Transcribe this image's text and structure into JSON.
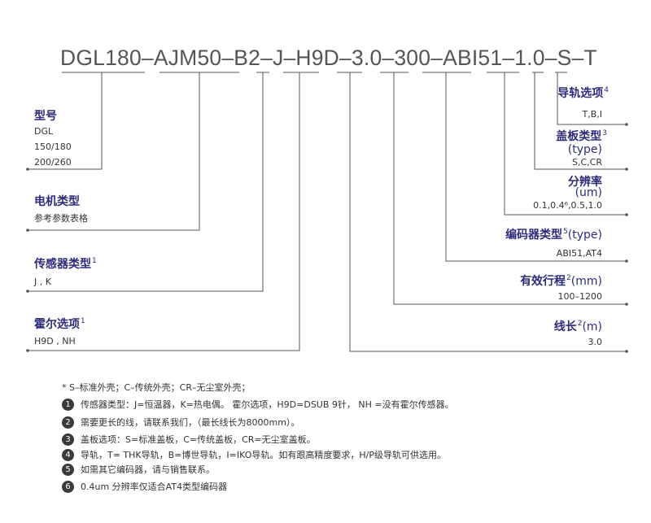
{
  "model_code": "DGL180–AJM50–B2–J–H9D–3.0–300–ABI51–1.0–S–T",
  "left_groups": [
    {
      "title": "型号",
      "sup": "",
      "lines": [
        "DGL",
        "150/180",
        "200/260"
      ]
    },
    {
      "title": "电机类型",
      "sup": "",
      "lines": [
        "参考参数表格"
      ]
    },
    {
      "title": "传感器类型",
      "sup": "1",
      "lines": [
        "J , K"
      ]
    },
    {
      "title": "霍尔选项",
      "sup": "1",
      "lines": [
        "H9D , NH"
      ]
    }
  ],
  "right_groups": [
    {
      "title": "导轨选项",
      "sup": "4",
      "lines": [
        "T,B,I"
      ]
    },
    {
      "title": "盖板类型",
      "sup": "3",
      "title2": "(type)",
      "lines": [
        "S,C,CR"
      ]
    },
    {
      "title": "分辨率",
      "title2": "(um)",
      "lines": [
        "0.1,0.4⁶,0.5,1.0"
      ]
    },
    {
      "title": "编码器类型",
      "sup": "5",
      "title_suffix": "(type)",
      "lines": [
        "ABI51,AT4"
      ]
    },
    {
      "title": "有效行程",
      "sup": "2",
      "title_suffix": "(mm)",
      "lines": [
        "100–1200"
      ]
    },
    {
      "title": "线长",
      "sup": "2",
      "title_suffix": "(m)",
      "lines": [
        "3.0"
      ]
    }
  ],
  "notes": [
    {
      "marker": "",
      "text": "* S–标准外壳；C–传统外壳；CR–无尘室外壳；"
    },
    {
      "marker": "1",
      "text": "传感器类型：J=恒温器，K=热电偶。 霍尔选项，H9D=DSUB 9针， NH =没有霍尔传感器。"
    },
    {
      "marker": "2",
      "text": "需要更长的线，请联系我们，（最长线长为8000mm）。"
    },
    {
      "marker": "3",
      "text": "盖板选项：S=标准盖板，C=传统盖板，CR=无尘室盖板。"
    },
    {
      "marker": "4",
      "text": "导轨，T= THK导轨，B=博世导轨，I=IKO导轨。如有跟高精度要求，H/P级导轨可供选用。"
    },
    {
      "marker": "5",
      "text": "如需其它编码器，请与销售联系。"
    },
    {
      "marker": "6",
      "text": "0.4um 分辨率仅适合AT4类型编码器"
    }
  ],
  "colors": {
    "line": "#555555",
    "title": "#2c2c7a",
    "text": "#333333",
    "marker_bg": "#3a3a3a"
  }
}
